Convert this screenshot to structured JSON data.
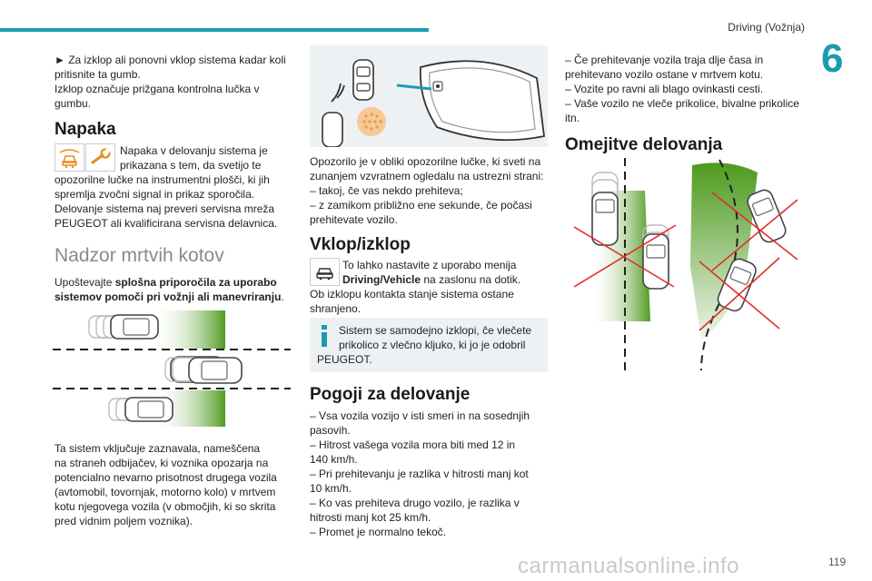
{
  "header": {
    "title": "Driving (Vožnja)",
    "chapter": "6",
    "page_number": "119"
  },
  "col1": {
    "intro": [
      "► Za izklop ali ponovni vklop sistema kadar koli",
      "pritisnite ta gumb.",
      "Izklop označuje prižgana kontrolna lučka v",
      "gumbu."
    ],
    "napaka_heading": "Napaka",
    "napaka_text_right": [
      "Napaka v delovanju sistema je",
      "prikazana s tem, da svetijo te"
    ],
    "napaka_text_full": [
      "opozorilne lučke na instrumentni plošči, ki jih",
      "spremlja zvočni signal in prikaz sporočila.",
      "Delovanje sistema naj preveri servisna mreža",
      "PEUGEOT ali kvalificirana servisna delavnica."
    ],
    "section_title": "Nadzor mrtvih kotov",
    "advice_prefix": "Upoštevajte ",
    "advice_bold_1": "splošna priporočila za uporabo",
    "advice_bold_2": "sistemov pomoči pri vožnji ali manevriranju",
    "advice_suffix": ".",
    "description": [
      "Ta sistem vključuje zaznavala, nameščena",
      "na straneh odbijačev, ki voznika opozarja na",
      "potencialno nevarno prisotnost drugega vozila",
      "(avtomobil, tovornjak, motorno kolo) v mrtvem",
      "kotu njegovega vozila (v območjih, ki so skrita",
      "pred vidnim poljem voznika)."
    ]
  },
  "col2": {
    "warning_text": [
      "Opozorilo je v obliki opozorilne lučke, ki sveti na",
      "zunanjem vzvratnem ogledalu na ustrezni strani:",
      "–  takoj, če vas nekdo prehiteva;",
      "–  z zamikom približno ene sekunde, če počasi",
      "prehitevate vozilo."
    ],
    "vklop_heading": "Vklop/izklop",
    "vklop_text_right_1": "To lahko nastavite z uporabo menija",
    "vklop_text_right_bold": "Driving/Vehicle",
    "vklop_text_right_2": " na zaslonu na dotik.",
    "vklop_text_full": [
      "Ob izklopu kontakta stanje sistema ostane",
      "shranjeno."
    ],
    "info_lines": [
      "Sistem se samodejno izklopi, če vlečete",
      "prikolico z vlečno kljuko, ki jo je odobril",
      "PEUGEOT."
    ],
    "pogoji_heading": "Pogoji za delovanje",
    "pogoji_lines": [
      "–  Vsa vozila vozijo v isti smeri in na sosednjih",
      "pasovih.",
      "–  Hitrost vašega vozila mora biti med 12 in",
      "140 km/h.",
      "–  Pri prehitevanju je razlika v hitrosti manj kot",
      "10 km/h.",
      "–  Ko vas prehiteva drugo vozilo, je razlika v",
      "hitrosti manj kot 25 km/h.",
      "–  Promet je normalno tekoč."
    ]
  },
  "col3": {
    "lines": [
      "–  Če prehitevanje vozila traja dlje časa in",
      "prehitevano vozilo ostane v mrtvem kotu.",
      "–  Vozite po ravni ali blago ovinkasti cesti.",
      "–  Vaše vozilo ne vleče prikolice, bivalne prikolice",
      "itn."
    ],
    "omejitve_heading": "Omejitve delovanja"
  },
  "watermark": "carmanualsonline.info",
  "icons": [
    "blind-spot-warning-icon",
    "service-wrench-icon",
    "car-settings-icon",
    "info-icon"
  ],
  "colors": {
    "accent": "#1b9bb0",
    "green_zone": "#4e9a1f",
    "warning_orange": "#f0b070",
    "cross_red": "#e0302a"
  }
}
